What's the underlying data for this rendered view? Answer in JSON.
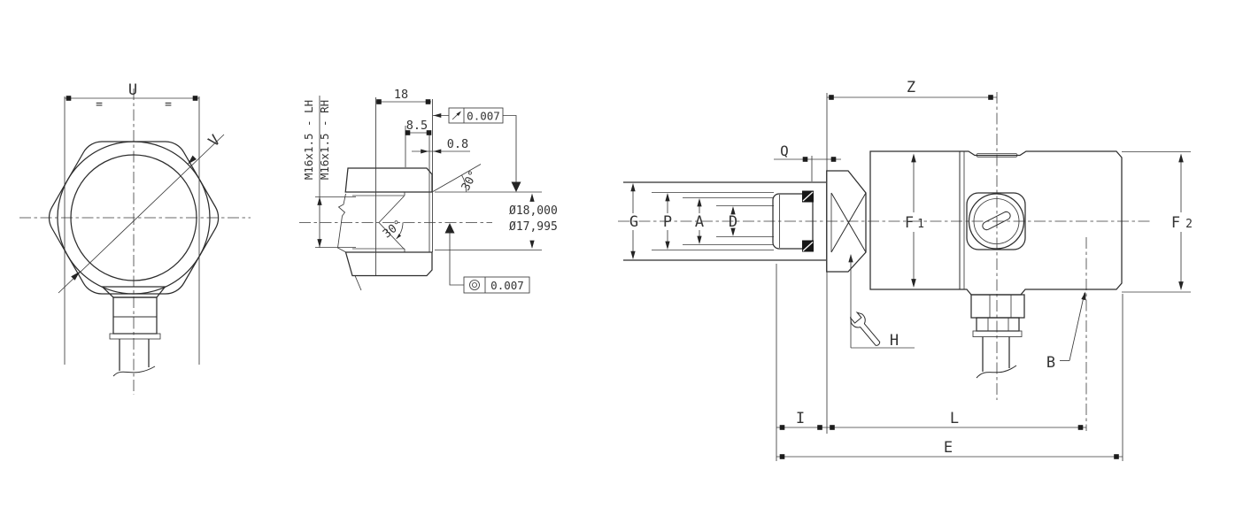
{
  "front_view": {
    "dim_width": "U",
    "dim_diagonal": "V",
    "symmetry_left": "=",
    "symmetry_right": "="
  },
  "section_view": {
    "thread_left": "M16x1.5 - LH",
    "thread_right": "M16x1.5 - RH",
    "depth_total": "18",
    "depth_thread": "8.5",
    "relief_width": "0.8",
    "chamfer_angle": "30°",
    "cone_angle": "30°",
    "runout_tolerance": "0.007",
    "concentricity_tolerance": "0.007",
    "diameter_upper": "Ø18,000",
    "diameter_lower": "Ø17,995"
  },
  "side_view": {
    "dim_z": "Z",
    "dim_q": "Q",
    "dim_g": "G",
    "dim_p": "P",
    "dim_a": "A",
    "dim_d": "D",
    "dim_f1_main": "F",
    "dim_f1_sub": "1",
    "dim_f2_main": "F",
    "dim_f2_sub": "2",
    "dim_h": "H",
    "dim_b": "B",
    "dim_i": "I",
    "dim_l": "L",
    "dim_e": "E"
  },
  "colors": {
    "line": "#2d2d2d",
    "background": "#ffffff"
  }
}
